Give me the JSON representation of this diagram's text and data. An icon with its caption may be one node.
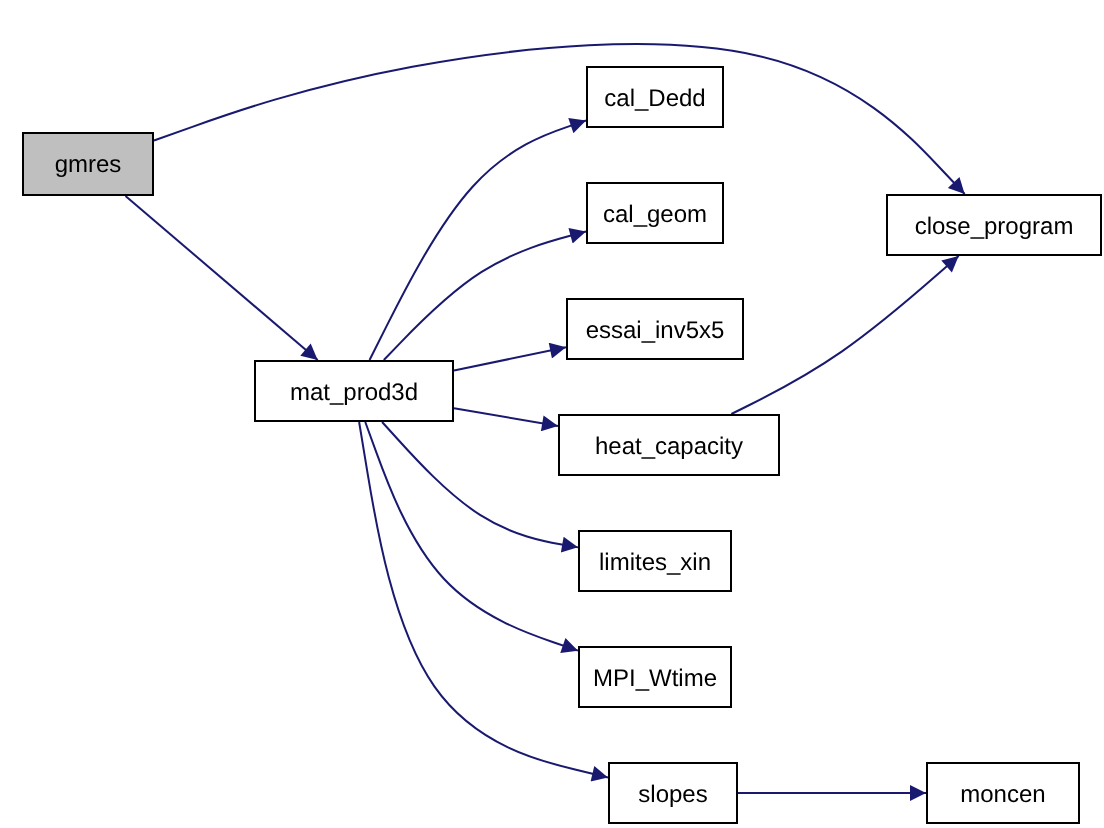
{
  "diagram": {
    "nodes": [
      {
        "text": [
          "gmres"
        ]
      },
      {
        "text": [
          "mat_prod3d"
        ]
      },
      {
        "text": [
          "cal_Dedd"
        ]
      },
      {
        "text": [
          "cal_geom"
        ]
      },
      {
        "text": [
          "essai_inv5x5"
        ]
      },
      {
        "text": [
          "heat_capacity"
        ]
      },
      {
        "text": [
          "limites_xin"
        ]
      },
      {
        "text": [
          "MPI_Wtime"
        ]
      },
      {
        "text": [
          "slopes"
        ]
      },
      {
        "text": [
          "close_program"
        ]
      },
      {
        "text": [
          "moncen"
        ]
      }
    ],
    "edges": [
      {
        "from": 0,
        "to": 1,
        "arrow": "to"
      },
      {
        "from": 0,
        "to": 9,
        "arrow": "to"
      },
      {
        "from": 1,
        "to": 2,
        "arrow": "to"
      },
      {
        "from": 1,
        "to": 3,
        "arrow": "to"
      },
      {
        "from": 1,
        "to": 4,
        "arrow": "to"
      },
      {
        "from": 1,
        "to": 5,
        "arrow": "to"
      },
      {
        "from": 1,
        "to": 6,
        "arrow": "to"
      },
      {
        "from": 1,
        "to": 7,
        "arrow": "to"
      },
      {
        "from": 1,
        "to": 8,
        "arrow": "to"
      },
      {
        "from": 5,
        "to": 9,
        "arrow": "to"
      },
      {
        "from": 8,
        "to": 10,
        "arrow": "to"
      }
    ]
  }
}
